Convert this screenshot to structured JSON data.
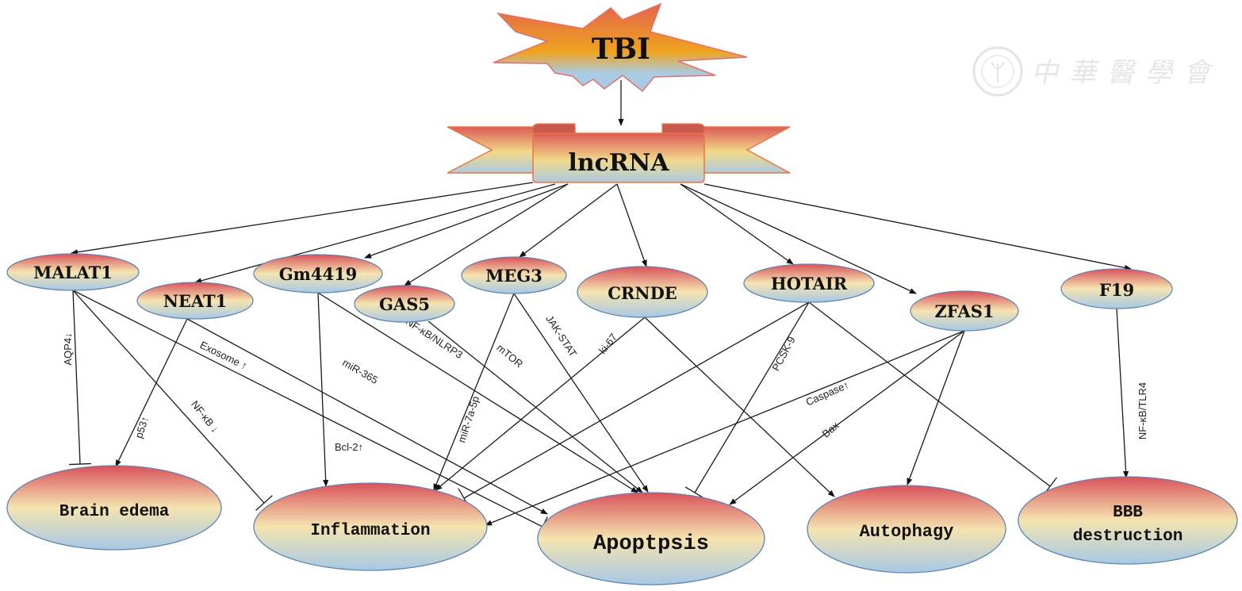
{
  "title": "TBI",
  "hub": "lncRNA",
  "watermark": {
    "text": "中華醫學會",
    "icon": "society-emblem-icon"
  },
  "colors": {
    "gradient_top": "#d9525a",
    "gradient_mid": "#f5e4b0",
    "gradient_bottom": "#a8c8e4",
    "star_top": "#e4694a",
    "star_mid": "#efa31e",
    "star_bottom": "#a9cce6",
    "outline": "#5a87b8",
    "banner_outline": "#e8773e"
  },
  "lncrnas": [
    {
      "id": "MALAT1",
      "label": "MALAT1"
    },
    {
      "id": "NEAT1",
      "label": "NEAT1"
    },
    {
      "id": "Gm4419",
      "label": "Gm4419"
    },
    {
      "id": "GAS5",
      "label": "GAS5"
    },
    {
      "id": "MEG3",
      "label": "MEG3"
    },
    {
      "id": "CRNDE",
      "label": "CRNDE"
    },
    {
      "id": "HOTAIR",
      "label": "HOTAIR"
    },
    {
      "id": "ZFAS1",
      "label": "ZFAS1"
    },
    {
      "id": "F19",
      "label": "F19"
    }
  ],
  "outcomes": [
    {
      "id": "edema",
      "label": "Brain edema",
      "lines": [
        "Brain edema"
      ]
    },
    {
      "id": "inflammation",
      "label": "Inflammation",
      "lines": [
        "Inflammation"
      ]
    },
    {
      "id": "apoptosis",
      "label": "Apoptpsis",
      "lines": [
        "Apoptpsis"
      ]
    },
    {
      "id": "autophagy",
      "label": "Autophagy",
      "lines": [
        "Autophagy"
      ]
    },
    {
      "id": "bbb",
      "label": "BBB destruction",
      "lines": [
        "BBB",
        "destruction"
      ]
    }
  ],
  "edges": [
    {
      "from": "MALAT1",
      "to": "edema",
      "type": "inhibit",
      "label": "AQP4↓"
    },
    {
      "from": "MALAT1",
      "to": "inflammation",
      "type": "inhibit",
      "label": "NF-κB ↓"
    },
    {
      "from": "MALAT1",
      "to": "apoptosis",
      "type": "inhibit",
      "label": "Exosome ↑"
    },
    {
      "from": "NEAT1",
      "to": "edema",
      "type": "activate",
      "label": "p53↑"
    },
    {
      "from": "NEAT1",
      "to": "apoptosis",
      "type": "activate",
      "label": "miR-365"
    },
    {
      "from": "Gm4419",
      "to": "inflammation",
      "type": "activate",
      "label": "Bcl-2↑"
    },
    {
      "from": "Gm4419",
      "to": "apoptosis",
      "type": "activate",
      "label": "NF-κB/NLRP3"
    },
    {
      "from": "GAS5",
      "to": "apoptosis",
      "type": "activate",
      "label": "mTOR"
    },
    {
      "from": "MEG3",
      "to": "inflammation",
      "type": "activate",
      "label": "miR-7a-5p"
    },
    {
      "from": "MEG3",
      "to": "apoptosis",
      "type": "activate",
      "label": "JAK-STAT"
    },
    {
      "from": "CRNDE",
      "to": "inflammation",
      "type": "activate",
      "label": "ki-67"
    },
    {
      "from": "CRNDE",
      "to": "autophagy",
      "type": "activate",
      "label": ""
    },
    {
      "from": "HOTAIR",
      "to": "inflammation",
      "type": "inhibit",
      "label": ""
    },
    {
      "from": "HOTAIR",
      "to": "apoptosis",
      "type": "inhibit",
      "label": "PCSK-9"
    },
    {
      "from": "HOTAIR",
      "to": "bbb",
      "type": "inhibit",
      "label": ""
    },
    {
      "from": "ZFAS1",
      "to": "inflammation",
      "type": "activate",
      "label": "Caspase↑"
    },
    {
      "from": "ZFAS1",
      "to": "apoptosis",
      "type": "activate",
      "label": "Bax"
    },
    {
      "from": "ZFAS1",
      "to": "autophagy",
      "type": "activate",
      "label": ""
    },
    {
      "from": "F19",
      "to": "bbb",
      "type": "activate",
      "label": "NF-κB/TLR4"
    }
  ]
}
